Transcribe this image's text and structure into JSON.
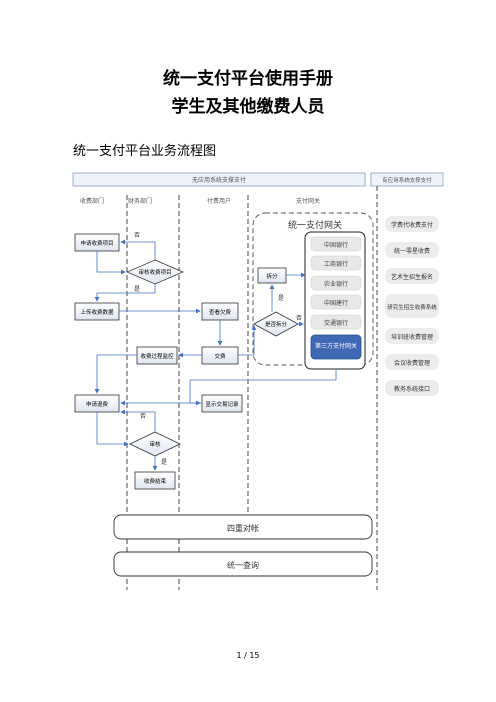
{
  "doc": {
    "title1": "统一支付平台使用手册",
    "title2": "学生及其他缴费人员",
    "section_title": "统一支付平台业务流程图"
  },
  "flow": {
    "left_header": "无应用系统支撑支付",
    "right_header": "有应用系统支撑支付",
    "lanes": [
      "收费部门",
      "财务部门",
      "付费用户",
      "支付网关"
    ],
    "gateway_title": "统一支付网关",
    "banks": [
      "中国银行",
      "工商银行",
      "农业银行",
      "中国建行",
      "交通银行"
    ],
    "third_party": "第三方支付网关",
    "nodes": {
      "apply_item": "申请收费项目",
      "audit_item": "审核收费项目",
      "upload_data": "上传收费数据",
      "view_fee": "查看欠费",
      "pay": "交费",
      "split_decision": "是否拆分",
      "split": "拆分",
      "monitor": "收费过程监控",
      "show_record": "显示交易记录",
      "apply_refund": "申请退费",
      "audit": "审核",
      "refund_done": "收费结束"
    },
    "labels": {
      "no": "否",
      "yes": "是"
    },
    "reconcile": "四重对帐",
    "query": "统一查询",
    "systems": [
      "学费代收费支付",
      "统一零星收费",
      "艺术生招生报名",
      "研究生招生收费系统",
      "培训班收费管理",
      "会议收费管理",
      "教务系统接口"
    ]
  },
  "footer": {
    "page": "1 / 15"
  }
}
